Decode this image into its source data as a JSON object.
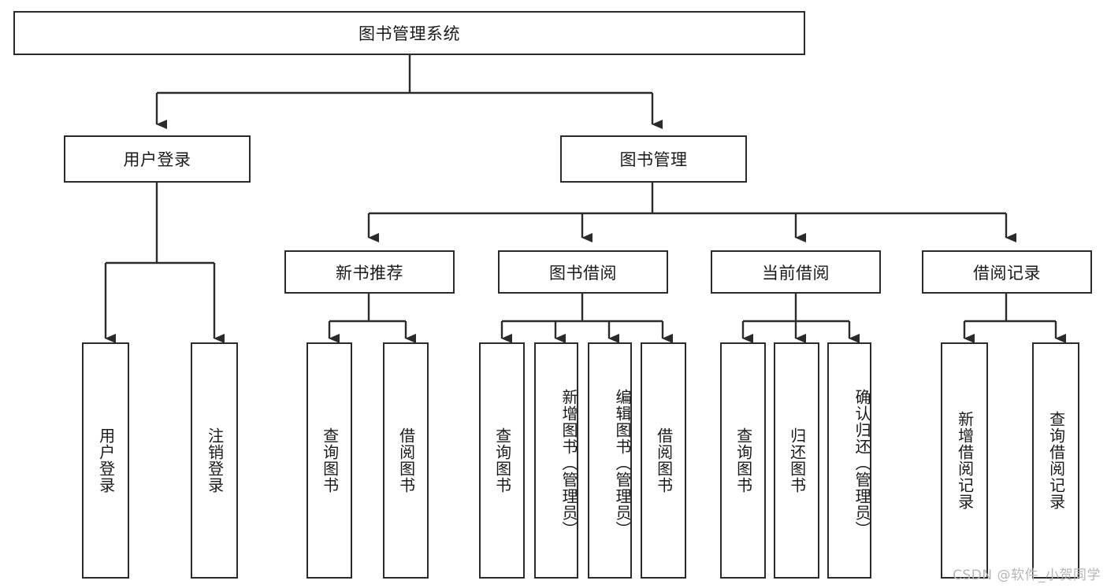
{
  "diagram": {
    "title": "图书管理系统",
    "type": "tree-hierarchy-chart",
    "root": {
      "label": "图书管理系统"
    },
    "level2": [
      {
        "label": "用户登录"
      },
      {
        "label": "图书管理"
      }
    ],
    "level3": [
      {
        "label": "新书推荐"
      },
      {
        "label": "图书借阅"
      },
      {
        "label": "当前借阅"
      },
      {
        "label": "借阅记录"
      }
    ],
    "leaves": {
      "user_login": [
        {
          "label": "用户登录"
        },
        {
          "label": "注销登录"
        }
      ],
      "new_book_recommend": [
        {
          "label": "查询图书"
        },
        {
          "label": "借阅图书"
        }
      ],
      "book_borrow": [
        {
          "label": "查询图书"
        },
        {
          "label": "新增图书（管理员）"
        },
        {
          "label": "编辑图书（管理员）"
        },
        {
          "label": "借阅图书"
        }
      ],
      "current_borrow": [
        {
          "label": "查询图书"
        },
        {
          "label": "归还图书"
        },
        {
          "label": "确认归还（管理员）"
        }
      ],
      "borrow_record": [
        {
          "label": "新增借阅记录"
        },
        {
          "label": "查询借阅记录"
        }
      ]
    }
  },
  "watermark": {
    "text": "CSDN @软件_小贺同学"
  },
  "colors": {
    "stroke": "#2b2b2b",
    "background": "#ffffff",
    "text": "#1a1a1a",
    "watermark": "#b6b6b6"
  }
}
